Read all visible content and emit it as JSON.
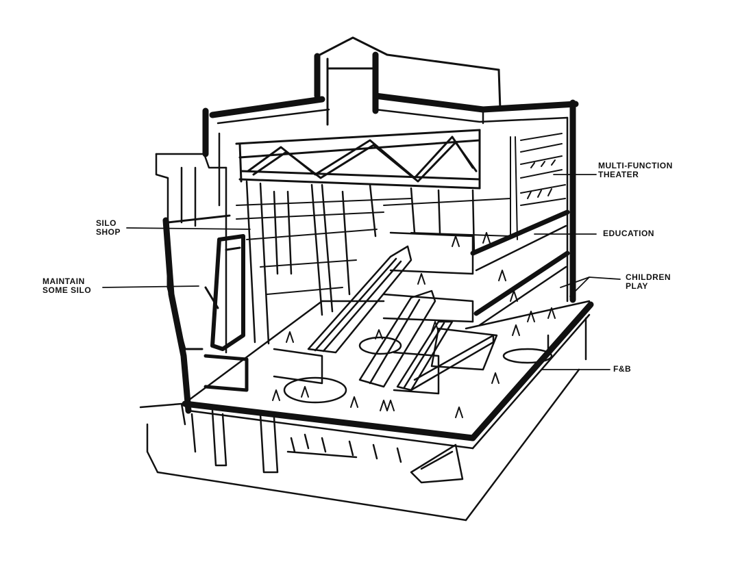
{
  "colors": {
    "ink": "#111111",
    "paper": "#ffffff"
  },
  "labels": {
    "silo_shop": {
      "line1": "SILO",
      "line2": "SHOP"
    },
    "maintain_some_silo": {
      "line1": "MAINTAIN",
      "line2": "SOME SILO"
    },
    "multi_function_theater": {
      "line1": "MULTI-FUNCTION",
      "line2": "THEATER"
    },
    "education": {
      "line1": "EDUCATION"
    },
    "children_play": {
      "line1": "CHILDREN",
      "line2": "PLAY"
    },
    "fb": {
      "line1": "F&B"
    }
  }
}
